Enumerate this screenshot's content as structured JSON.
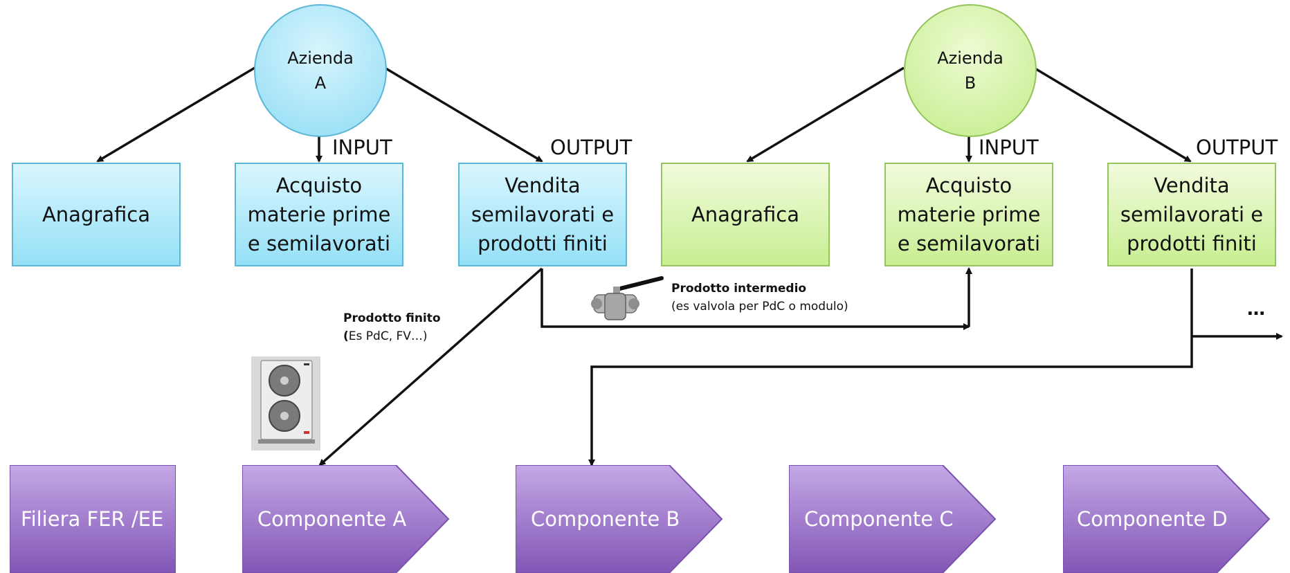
{
  "companies": [
    {
      "circle_line1": "Azienda",
      "circle_line2": "A",
      "boxes": [
        "Anagrafica",
        "Acquisto\nmaterie prime\ne semilavorati",
        "Vendita\nsemilavorati e\nprodotti finiti"
      ],
      "input_label": "INPUT",
      "output_label": "OUTPUT",
      "color": "#8fdcf5"
    },
    {
      "circle_line1": "Azienda",
      "circle_line2": "B",
      "boxes": [
        "Anagrafica",
        "Acquisto\nmaterie prime\ne semilavorati",
        "Vendita\nsemilavorati e\nprodotti finiti"
      ],
      "input_label": "INPUT",
      "output_label": "OUTPUT",
      "color": "#c3ec8a"
    }
  ],
  "notes": {
    "finished_product_title": "Prodotto finito",
    "finished_product_open": "(",
    "finished_product_sub": "Es PdC, FV…)",
    "intermediate_title": "Prodotto intermedio",
    "intermediate_sub": "(es valvola per PdC o modulo)",
    "continuation": "…"
  },
  "supply_chain": {
    "items": [
      "Filiera FER /EE",
      "Componente A",
      "Componente B",
      "Componente C",
      "Componente D"
    ],
    "color": "#9a70c8"
  },
  "icons": [
    "heat-pump-unit-icon",
    "ball-valve-icon"
  ]
}
